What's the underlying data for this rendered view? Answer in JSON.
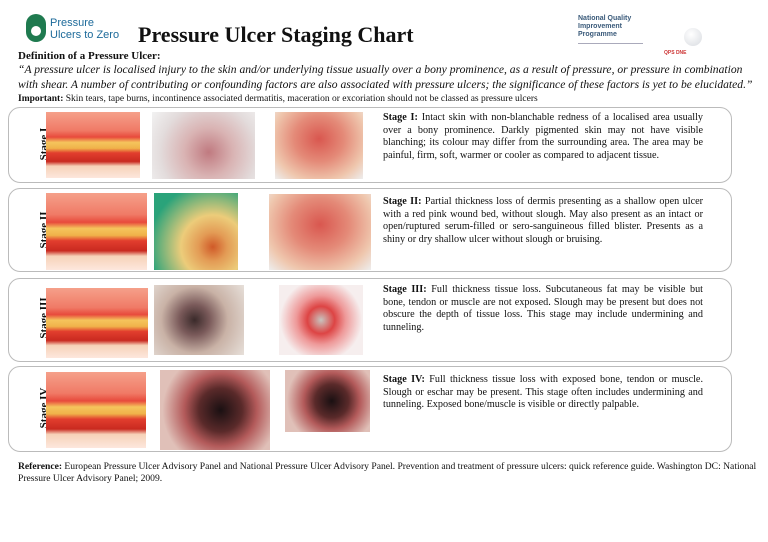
{
  "header": {
    "logo_left_text": "Pressure Ulcers to Zero",
    "title": "Pressure Ulcer Staging Chart",
    "logo_right_1_text": "National Quality Improvement Programme",
    "logo_right_2_text": "QPS DNE"
  },
  "definition": {
    "heading": "Definition of a Pressure Ulcer:",
    "text": "“A pressure ulcer is localised injury to the skin and/or underlying tissue usually over a bony prominence, as a result of pressure, or pressure in combination with shear. A number of contributing or confounding factors are also associated with pressure ulcers; the significance of these factors is yet to be elucidated.”"
  },
  "important": {
    "label": "Important:",
    "text": " Skin tears, tape burns, incontinence associated dermatitis, maceration or excoriation should not be classed as pressure ulcers"
  },
  "stages": [
    {
      "label": "Stage I",
      "title": "Stage I:",
      "text": " Intact skin with non-blanchable redness of a localised area usually over a bony prominence. Darkly pigmented skin may not have visible blanching; its colour may differ from the surrounding area. The area may be painful, firm, soft, warmer or cooler as compared to adjacent tissue."
    },
    {
      "label": "Stage II",
      "title": "Stage II:",
      "text": " Partial thickness loss of dermis presenting as a shallow open ulcer with a red pink wound bed, without slough. May also present as an intact or open/ruptured serum-filled or sero-sanguineous filled blister. Presents as a shiny or dry shallow ulcer without slough or bruising."
    },
    {
      "label": "Stage III",
      "title": "Stage III:",
      "text": " Full thickness tissue loss. Subcutaneous fat may be visible but bone, tendon or muscle are not exposed. Slough may be present but does not obscure the depth of tissue loss. This stage may include undermining and tunneling."
    },
    {
      "label": "Stage IV",
      "title": "Stage IV:",
      "text": " Full thickness tissue loss with exposed bone, tendon or muscle. Slough or eschar may be present. This stage often includes undermining and tunneling. Exposed bone/muscle is visible or directly palpable."
    }
  ],
  "reference": {
    "label": "Reference:",
    "text": " European Pressure Ulcer Advisory Panel and National Pressure Ulcer Advisory Panel. Prevention and treatment of pressure ulcers: quick reference guide. Washington DC: National Pressure Ulcer Advisory Panel; 2009."
  }
}
